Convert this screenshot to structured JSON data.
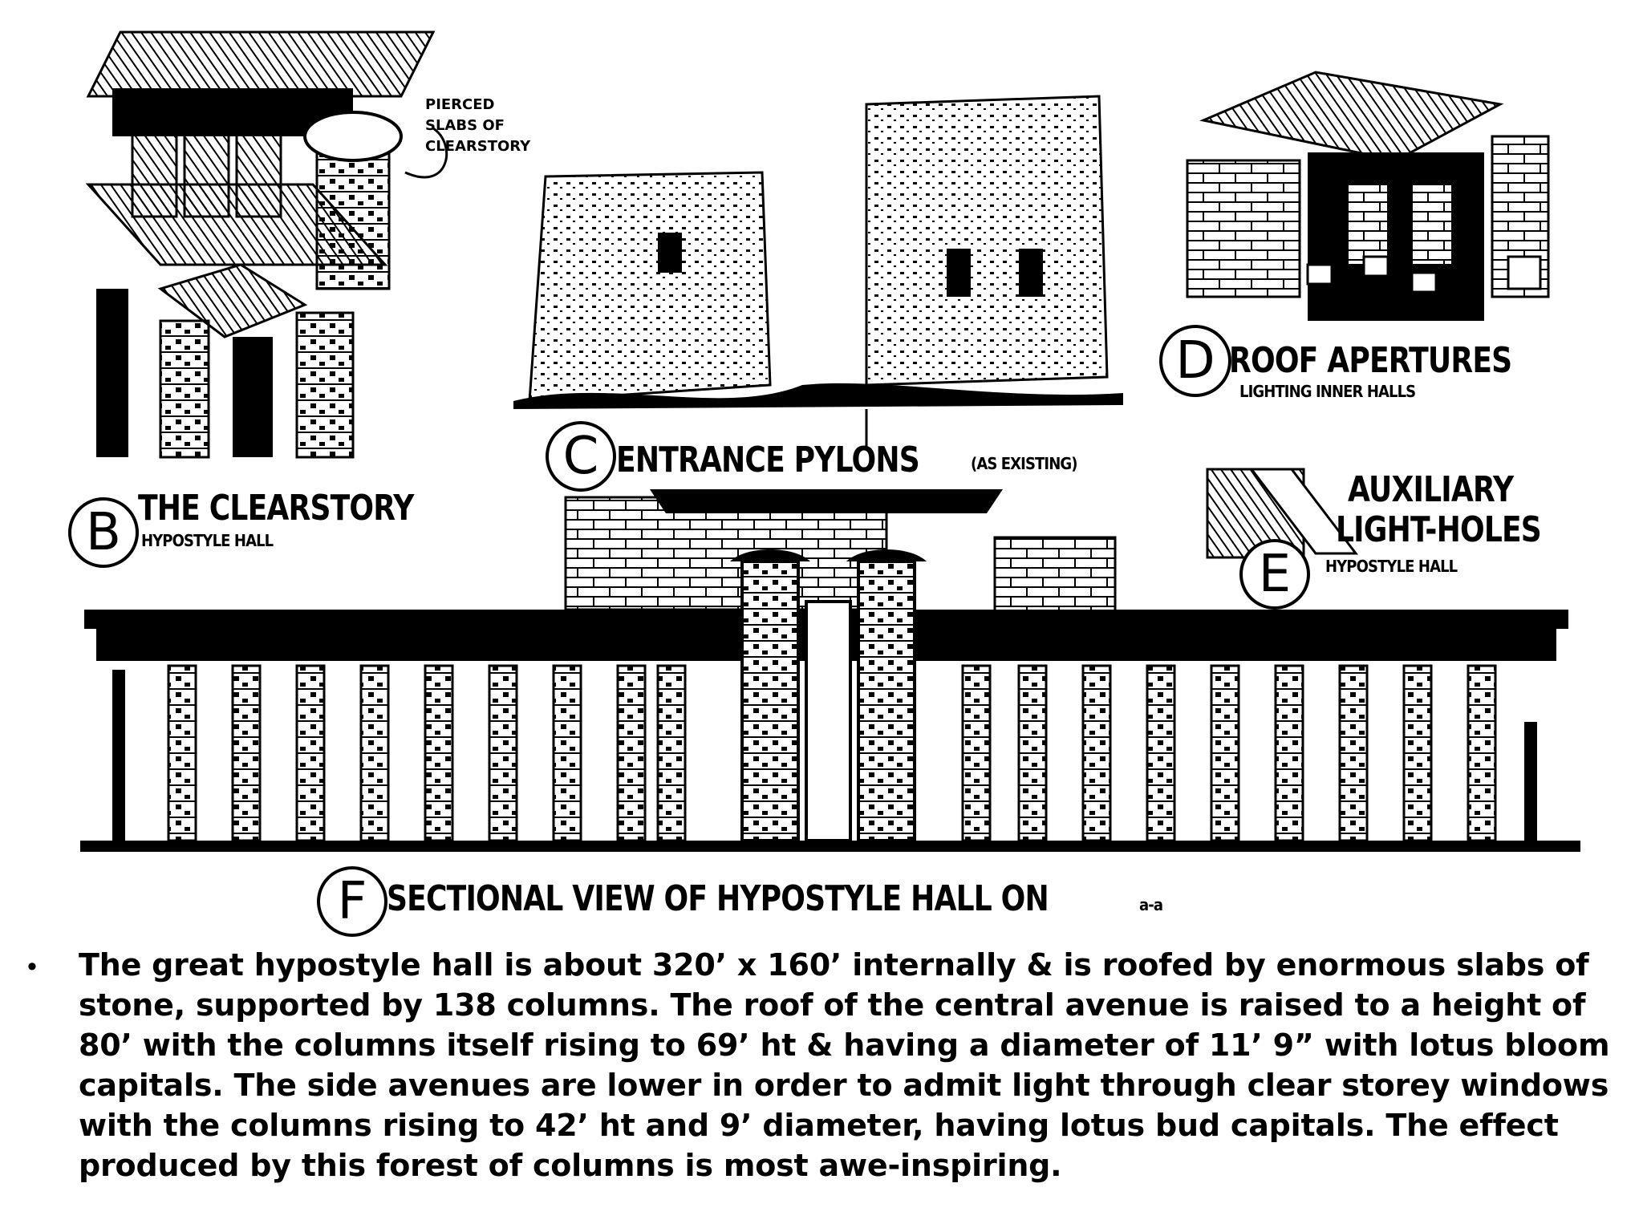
{
  "labels": {
    "pierced_note": [
      "PIERCED",
      "SLABS OF",
      "CLEARSTORY"
    ],
    "b_letter": "B",
    "b_title": "THE CLEARSTORY",
    "b_sub": "HYPOSTYLE HALL",
    "c_letter": "C",
    "c_title": "ENTRANCE PYLONS",
    "c_sub": "(AS EXISTING)",
    "d_letter": "D",
    "d_title": "ROOF APERTURES",
    "d_sub": "LIGHTING INNER HALLS",
    "e_letter": "E",
    "e_title_1": "AUXILIARY",
    "e_title_2": "LIGHT-HOLES",
    "e_sub": "HYPOSTYLE HALL",
    "f_letter": "F",
    "f_title": "SECTIONAL VIEW OF HYPOSTYLE HALL ON",
    "f_suffix": "a-a"
  },
  "body": {
    "bullet": "•",
    "text": "The great hypostyle hall is about 320’ x 160’ internally & is roofed by enormous slabs of stone, supported by 138 columns. The roof of the central avenue is raised to a height of 80’ with the columns itself rising to 69’ ht & having a diameter of 11’ 9” with lotus bloom capitals. The side avenues are lower in order to admit light through clear storey windows with the columns rising to 42’ ht and 9’ diameter, having lotus bud capitals. The effect produced by this forest of columns is most awe-inspiring."
  }
}
